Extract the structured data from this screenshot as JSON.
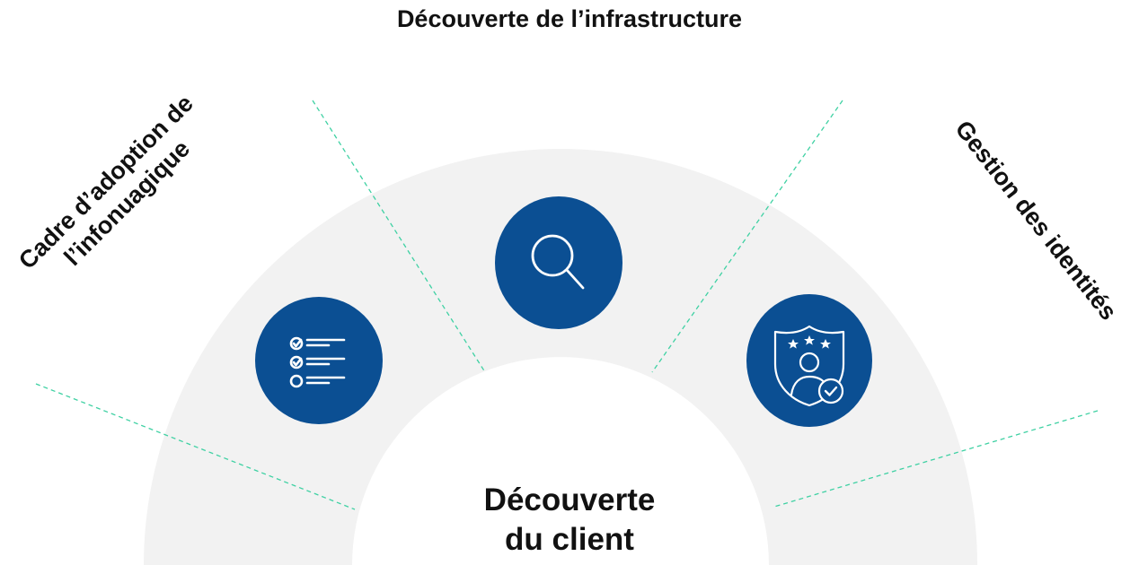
{
  "title": "Découverte de l’infrastructure",
  "center": {
    "line1": "Découverte",
    "line2": "du client"
  },
  "left_label": {
    "line1": "Cadre d’adoption de",
    "line2": "l’infonuagique"
  },
  "right_label": "Gestion des identités",
  "icons": {
    "left": "checklist-icon",
    "middle": "search-icon",
    "right": "shield-user-icon"
  },
  "colors": {
    "arc_fill": "#f2f2f2",
    "icon_circle": "#0b4f93",
    "divider": "#3fd1a3",
    "text": "#111111"
  }
}
